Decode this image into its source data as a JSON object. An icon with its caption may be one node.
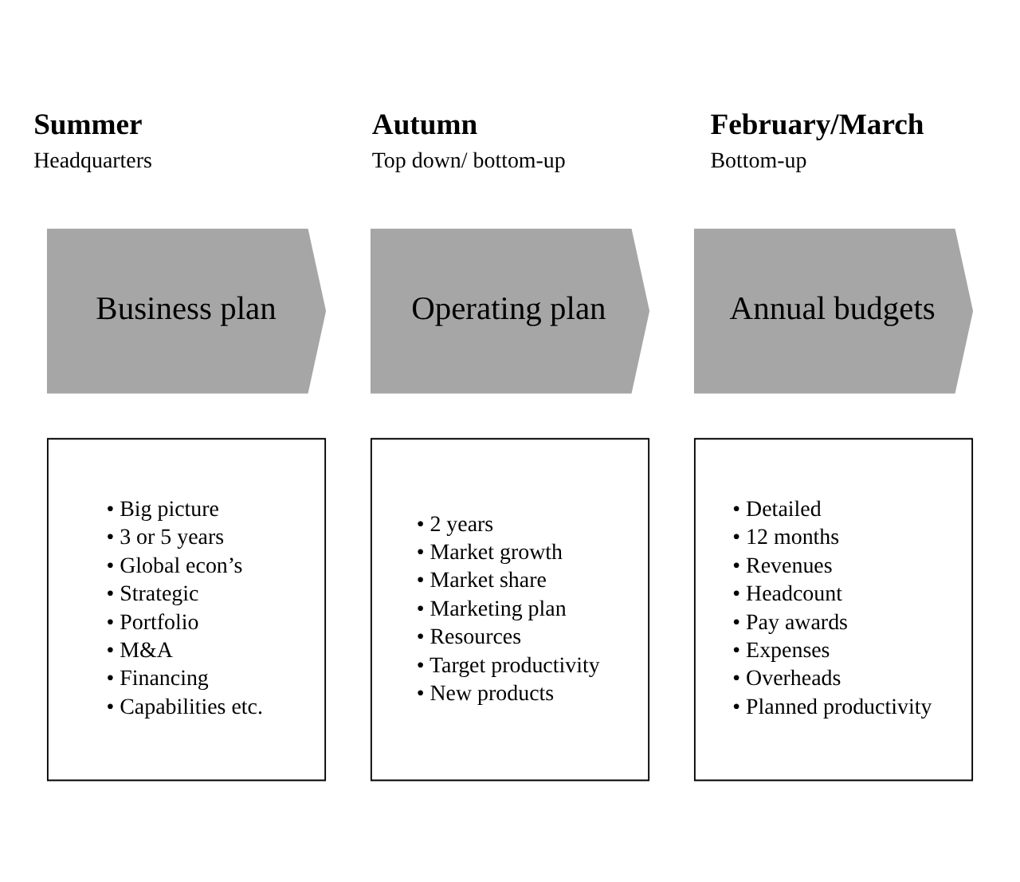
{
  "diagram": {
    "nodes": [
      {
        "text": [
          "Business plan"
        ],
        "beside": [
          "Summer",
          "Headquarters"
        ]
      },
      {
        "text": [
          "Operating plan"
        ],
        "beside": [
          "Autumn",
          "Top down/ bottom-up"
        ]
      },
      {
        "text": [
          "Annual budgets"
        ],
        "beside": [
          "February/March",
          "Bottom-up"
        ]
      },
      {
        "text": [
          "• Big picture",
          "• 3 or 5 years",
          "• Global econ’s",
          "• Strategic",
          "• Portfolio",
          "• M&A",
          "• Financing",
          "• Capabilities etc."
        ]
      },
      {
        "text": [
          "• 2 years",
          "• Market growth",
          "• Market share",
          "• Marketing plan",
          "• Resources",
          "• Target productivity",
          "• New products"
        ]
      },
      {
        "text": [
          "• Detailed",
          "• 12 months",
          "• Revenues",
          "• Headcount",
          "• Pay awards",
          "• Expenses",
          "• Overheads",
          "• Planned productivity"
        ]
      }
    ],
    "edges": []
  }
}
